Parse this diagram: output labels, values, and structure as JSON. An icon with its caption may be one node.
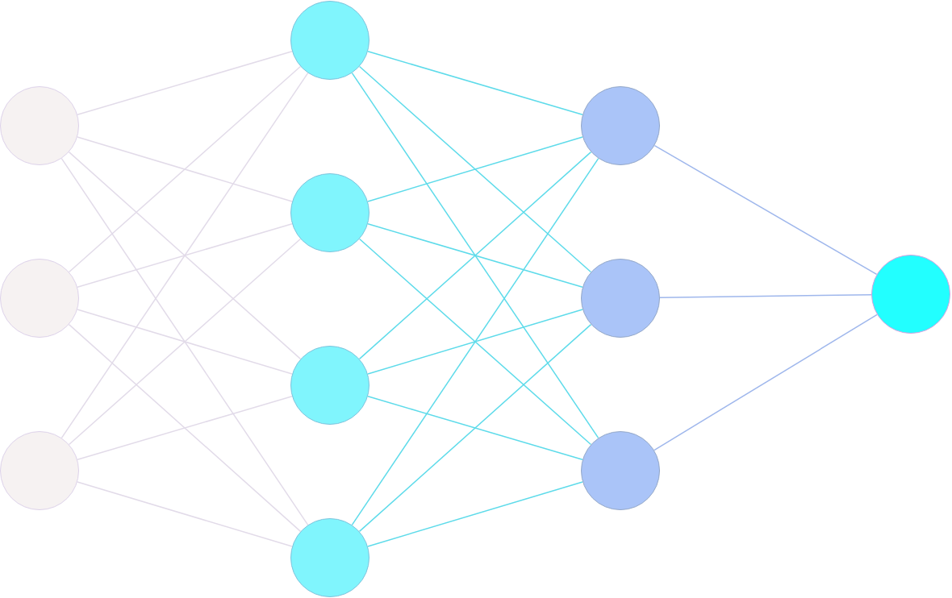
{
  "diagram": {
    "nodes": [
      {
        "text": [],
        "shape": "circle"
      },
      {
        "text": [],
        "shape": "circle"
      },
      {
        "text": [],
        "shape": "circle"
      },
      {
        "text": [],
        "shape": "circle"
      },
      {
        "text": [],
        "shape": "circle"
      },
      {
        "text": [],
        "shape": "circle"
      },
      {
        "text": [],
        "shape": "circle"
      },
      {
        "text": [],
        "shape": "circle"
      },
      {
        "text": [],
        "shape": "circle"
      },
      {
        "text": [],
        "shape": "circle"
      },
      {
        "text": [],
        "shape": "circle"
      }
    ],
    "edges": [
      {
        "from": 0,
        "to": 3,
        "arrow": "none"
      },
      {
        "from": 0,
        "to": 4,
        "arrow": "none"
      },
      {
        "from": 0,
        "to": 5,
        "arrow": "none"
      },
      {
        "from": 0,
        "to": 6,
        "arrow": "none"
      },
      {
        "from": 1,
        "to": 3,
        "arrow": "none"
      },
      {
        "from": 1,
        "to": 4,
        "arrow": "none"
      },
      {
        "from": 1,
        "to": 5,
        "arrow": "none"
      },
      {
        "from": 1,
        "to": 6,
        "arrow": "none"
      },
      {
        "from": 2,
        "to": 3,
        "arrow": "none"
      },
      {
        "from": 2,
        "to": 4,
        "arrow": "none"
      },
      {
        "from": 2,
        "to": 5,
        "arrow": "none"
      },
      {
        "from": 2,
        "to": 6,
        "arrow": "none"
      },
      {
        "from": 3,
        "to": 7,
        "arrow": "none",
        "color": "#5edbea"
      },
      {
        "from": 3,
        "to": 8,
        "arrow": "none",
        "color": "#5edbea"
      },
      {
        "from": 3,
        "to": 9,
        "arrow": "none",
        "color": "#5edbea"
      },
      {
        "from": 4,
        "to": 7,
        "arrow": "none",
        "color": "#5edbea"
      },
      {
        "from": 4,
        "to": 8,
        "arrow": "none",
        "color": "#5edbea"
      },
      {
        "from": 4,
        "to": 9,
        "arrow": "none",
        "color": "#5edbea"
      },
      {
        "from": 5,
        "to": 7,
        "arrow": "none",
        "color": "#5edbea"
      },
      {
        "from": 5,
        "to": 8,
        "arrow": "none",
        "color": "#5edbea"
      },
      {
        "from": 5,
        "to": 9,
        "arrow": "none",
        "color": "#5edbea"
      },
      {
        "from": 6,
        "to": 7,
        "arrow": "none",
        "color": "#5edbea"
      },
      {
        "from": 6,
        "to": 8,
        "arrow": "none",
        "color": "#5edbea"
      },
      {
        "from": 6,
        "to": 9,
        "arrow": "none",
        "color": "#5edbea"
      },
      {
        "from": 7,
        "to": 10,
        "arrow": "none",
        "color": "#9fb7ec"
      },
      {
        "from": 8,
        "to": 10,
        "arrow": "none",
        "color": "#9fb7ec"
      },
      {
        "from": 9,
        "to": 10,
        "arrow": "none",
        "color": "#9fb7ec"
      }
    ]
  }
}
